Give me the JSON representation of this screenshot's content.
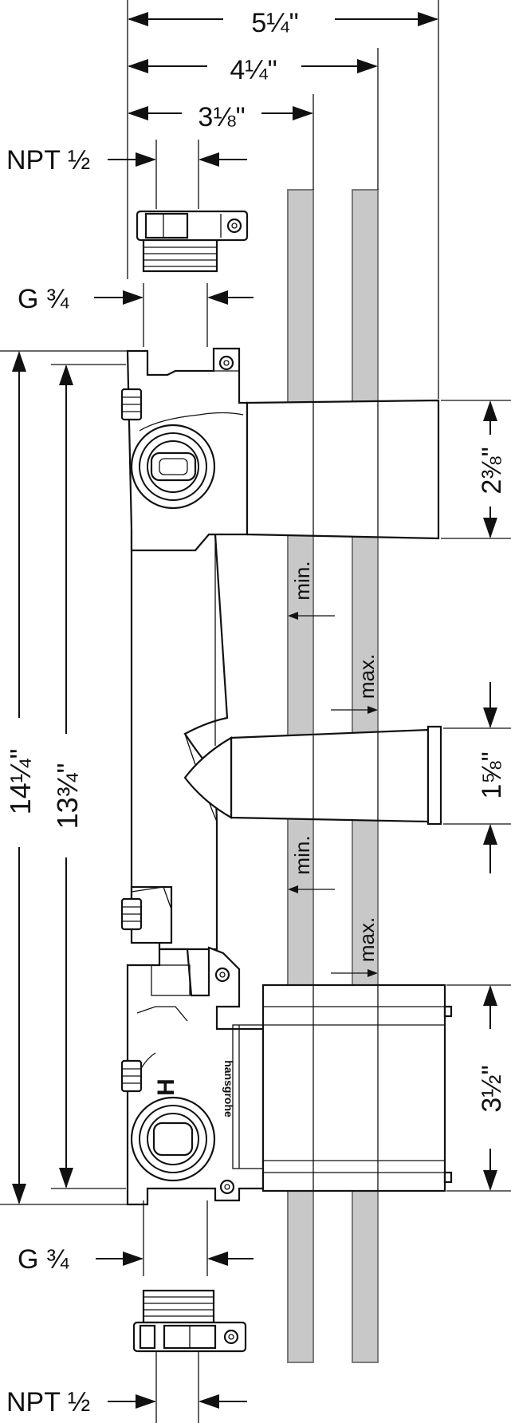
{
  "dimensions": {
    "width_overall": "5¼\"",
    "width_middle": "4¼\"",
    "width_inner": "3⅛\"",
    "height_overall": "14¼\"",
    "height_inner": "13¾\"",
    "top_outlet_height": "2⅜\"",
    "middle_outlet_height": "1⅝\"",
    "bottom_outlet_height": "3½\""
  },
  "connections": {
    "top_npt": "NPT ½",
    "top_g": "G ¾",
    "bottom_g": "G ¾",
    "bottom_npt": "NPT ½"
  },
  "wall_labels": {
    "min_1": "min.",
    "max_1": "max.",
    "min_2": "min.",
    "max_2": "max."
  },
  "valve_markings": {
    "hot": "H",
    "brand": "hansgrohe"
  },
  "colors": {
    "line": "#111111",
    "wall_fill": "#c8c8c8",
    "wall_stroke": "#7a7a7a",
    "background": "#ffffff"
  }
}
